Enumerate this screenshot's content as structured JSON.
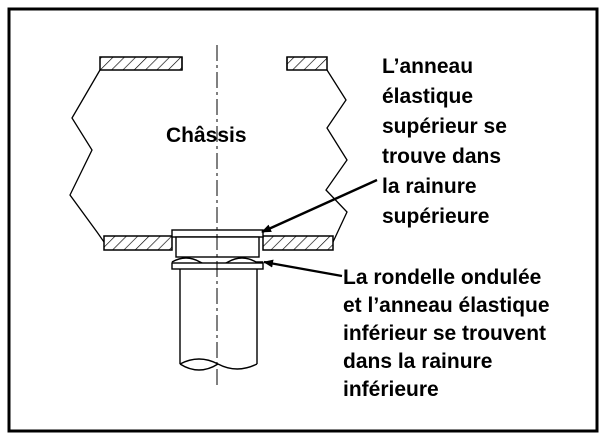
{
  "labels": {
    "chassis": "Châssis",
    "upper_ring": [
      "L’anneau",
      "élastique",
      "supérieur se",
      "trouve dans",
      "la rainure",
      "supérieure"
    ],
    "lower_ring": [
      "La rondelle ondulée",
      "et l’anneau élastique",
      "inférieur se trouvent",
      "dans la rainure",
      "inférieure"
    ]
  },
  "colors": {
    "ink": "#000000",
    "background": "#ffffff"
  }
}
